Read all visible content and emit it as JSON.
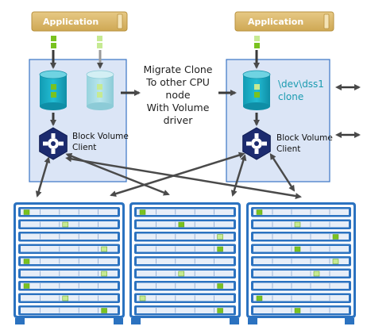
{
  "apps": [
    {
      "label": "Application"
    },
    {
      "label": "Application"
    }
  ],
  "migrate_text": [
    "Migrate Clone",
    "To other CPU",
    "node",
    "With Volume",
    "driver"
  ],
  "client_label_lines": [
    "Block Volume",
    "Client"
  ],
  "right_volume_lines": [
    "\\dev\\dss1",
    "clone"
  ],
  "colors": {
    "app_fill": "#d9b86a",
    "node_fill": "#dbe5f6",
    "node_stroke": "#3a74c4",
    "cyl_dark": "#1aa9c1",
    "cyl_light": "#a6dbe4",
    "green": "#79c21f",
    "green_light": "#c6ea93",
    "rack_blue": "#2b72c0",
    "arrow": "#4a4a4a"
  }
}
